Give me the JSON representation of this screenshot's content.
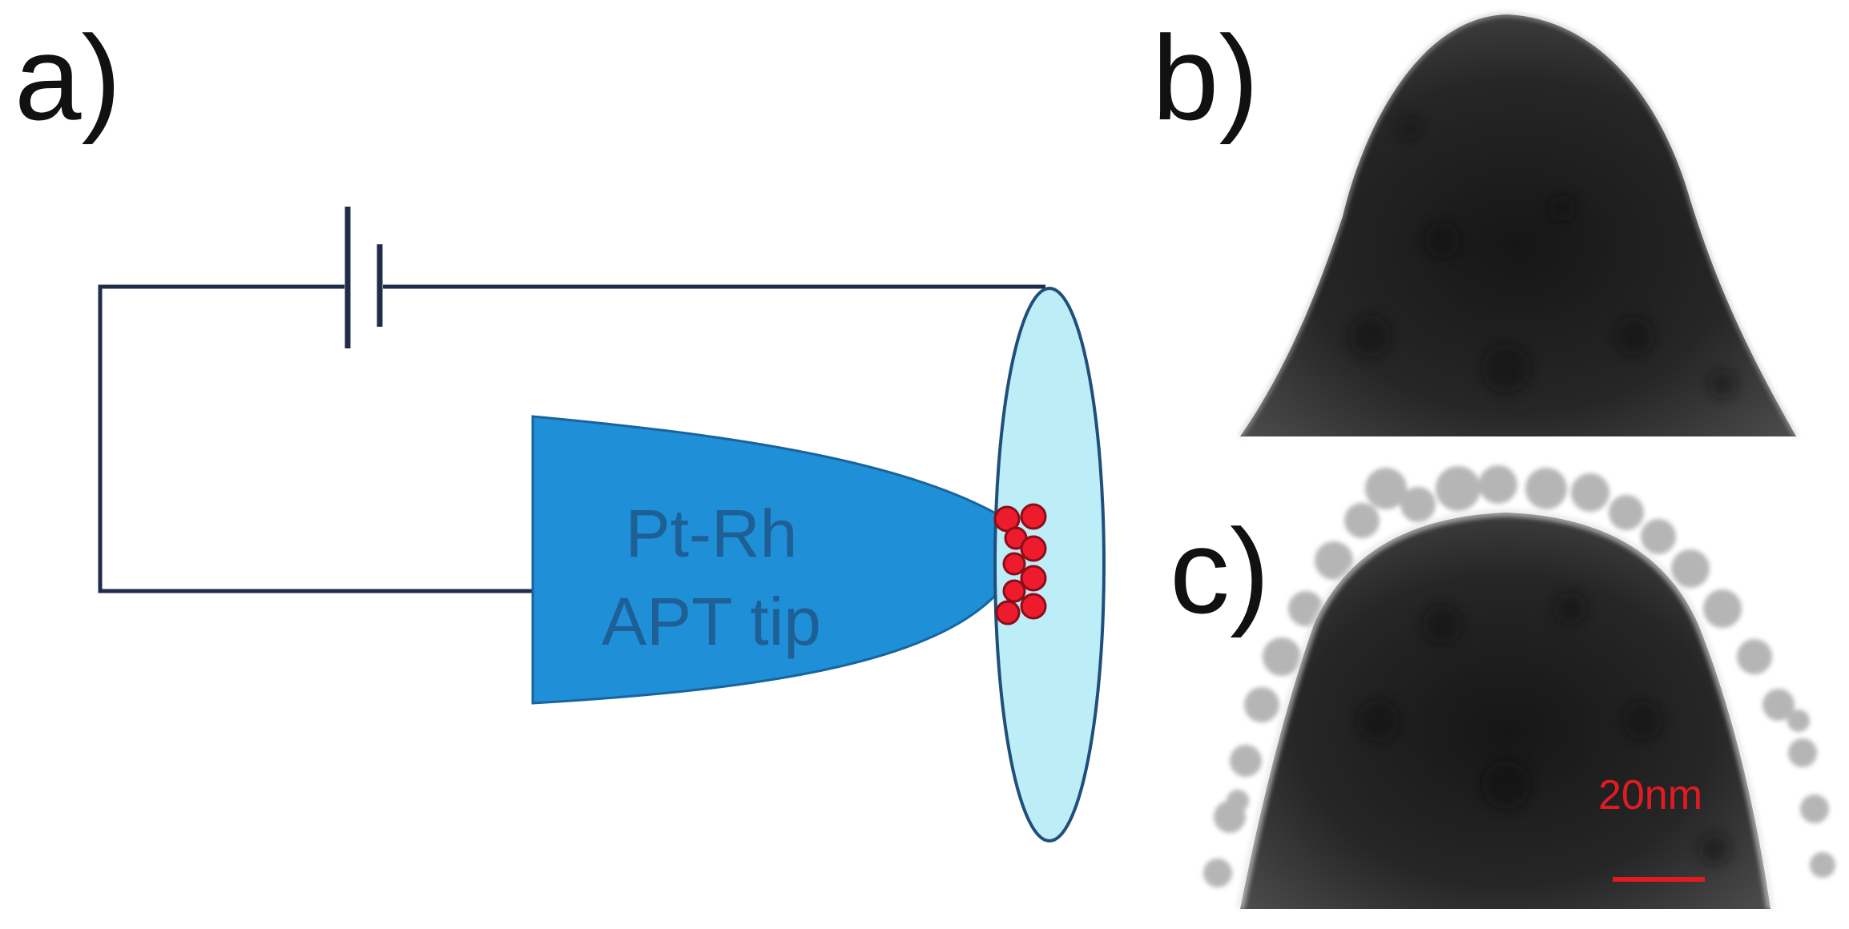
{
  "panels": {
    "a": {
      "label": "a)"
    },
    "b": {
      "label": "b)"
    },
    "c": {
      "label": "c)"
    }
  },
  "diagram": {
    "tip_line1": "Pt-Rh",
    "tip_line2": "APT tip",
    "scale_bar_label": "20nm"
  },
  "colors": {
    "wire": "#1f2d4a",
    "tip_fill": "#1f8fd8",
    "tip_text": "#1e5f96",
    "detector_fill": "#bdeef8",
    "detector_stroke": "#1f4f7a",
    "atoms": "#ee1b2c",
    "scale_bar": "#e21b23"
  }
}
